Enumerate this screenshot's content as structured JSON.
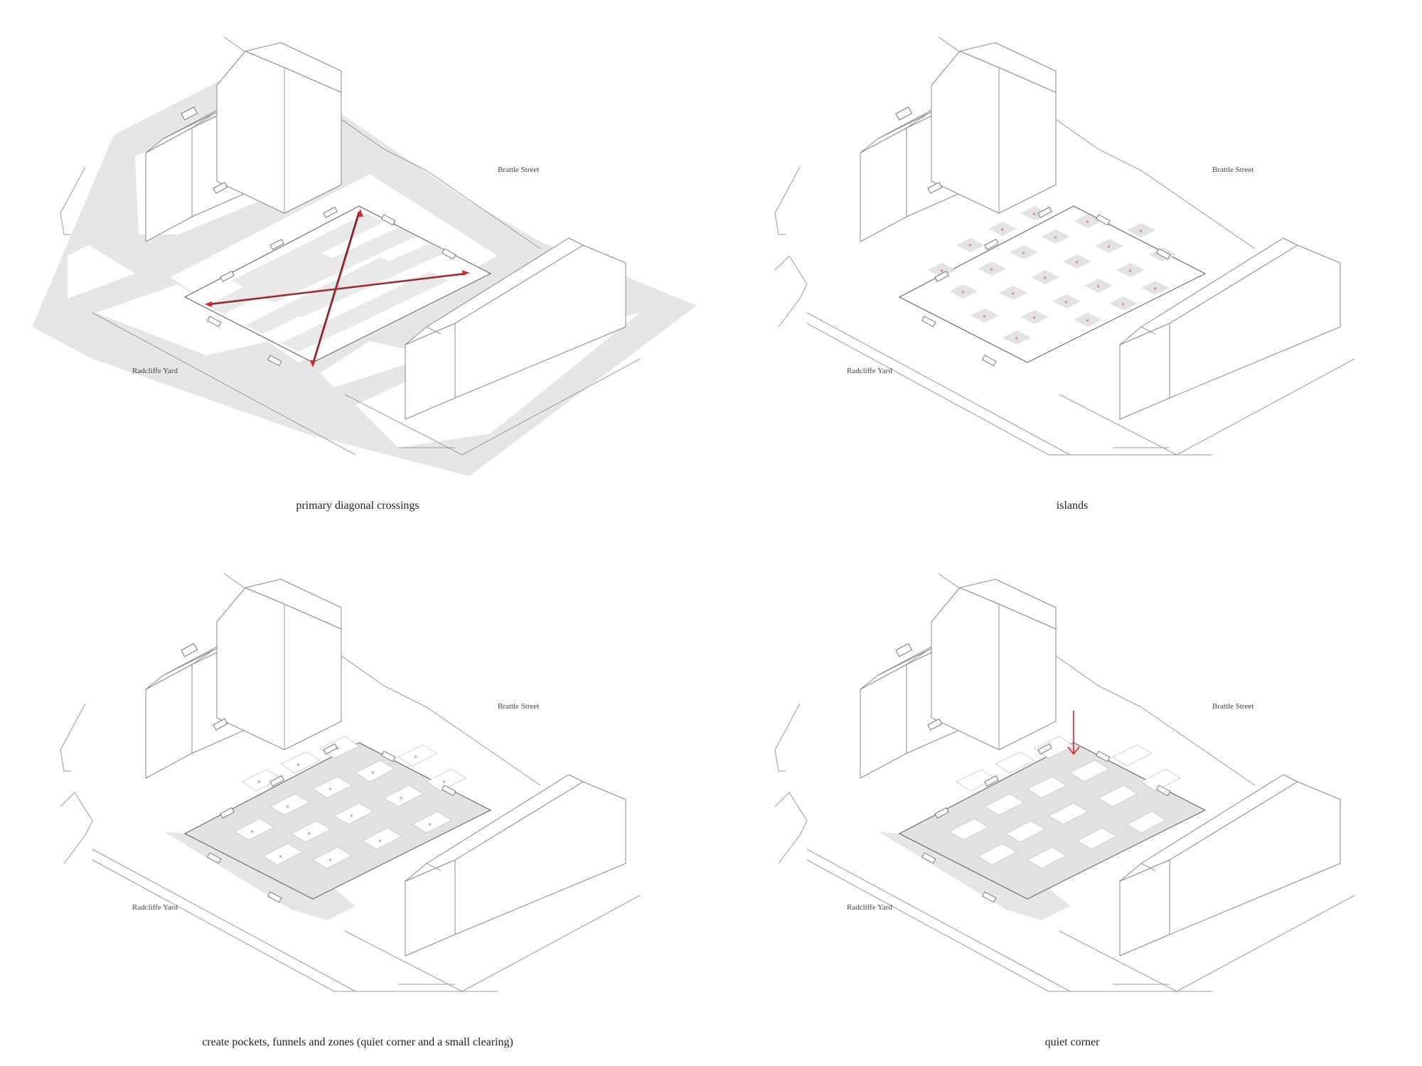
{
  "panels": [
    {
      "id": "primary",
      "caption": "primary diagonal crossings",
      "street_top": "Brattle Street",
      "street_left": "Radcliffe Yard"
    },
    {
      "id": "islands",
      "caption": "islands",
      "street_top": "Brattle Street",
      "street_left": "Radcliffe Yard"
    },
    {
      "id": "pockets",
      "caption": "create pockets, funnels and zones (quiet corner and a small clearing)",
      "street_top": "Brattle Street",
      "street_left": "Radcliffe Yard"
    },
    {
      "id": "quiet",
      "caption": "quiet corner",
      "street_top": "Brattle Street",
      "street_left": "Radcliffe Yard"
    }
  ],
  "colors": {
    "accent": "#d7262c",
    "ground": "#e6e6e7",
    "linework": "#8a8a8a"
  }
}
